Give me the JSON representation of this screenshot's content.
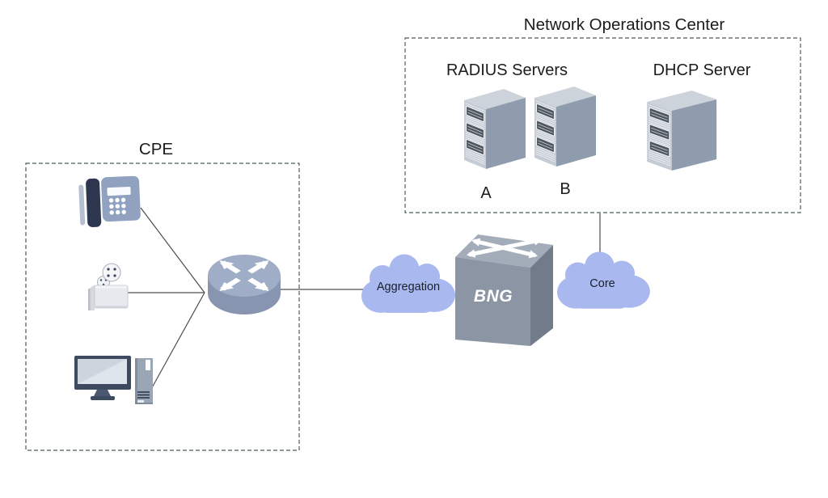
{
  "noc": {
    "title": "Network Operations Center",
    "radius_servers_label": "RADIUS Servers",
    "dhcp_server_label": "DHCP Server",
    "server_a_label": "A",
    "server_b_label": "B"
  },
  "cpe": {
    "title": "CPE"
  },
  "core_network": {
    "aggregation_cloud_label": "Aggregation",
    "bng_label": "BNG",
    "core_cloud_label": "Core"
  },
  "icons": {
    "desk-phone-icon": "voip desk phone",
    "video-camera-icon": "video camera / IPTV device",
    "desktop-computer-icon": "desktop pc with tower",
    "router-icon": "router cylinder with four outward arrows",
    "server-icon": "rack server tower with drive bays",
    "bng-switch-icon": "layer-3 switch cube with crossed arrows",
    "cloud-icon": "network cloud"
  },
  "colors": {
    "background": "#ffffff",
    "dashed_border": "#4d5c5c",
    "link_line": "#4d4d4d",
    "text": "#1c1c1c",
    "cloud_fill": "#aab8f0",
    "cloud_text": "#18212e",
    "bng_top": "#a3acb9",
    "bng_front": "#8b95a4",
    "bng_side": "#717b89",
    "bng_text": "#ffffff",
    "router_top": "#9fadc7",
    "router_side": "#8795b1",
    "server_top": "#cdd3da",
    "server_front": "#c6ccd6",
    "server_side": "#8f9cae",
    "phone_body": "#90a2c0",
    "phone_handset": "#2d3850",
    "monitor_frame": "#3d4a60",
    "tower_fill": "#9aa5b6"
  }
}
